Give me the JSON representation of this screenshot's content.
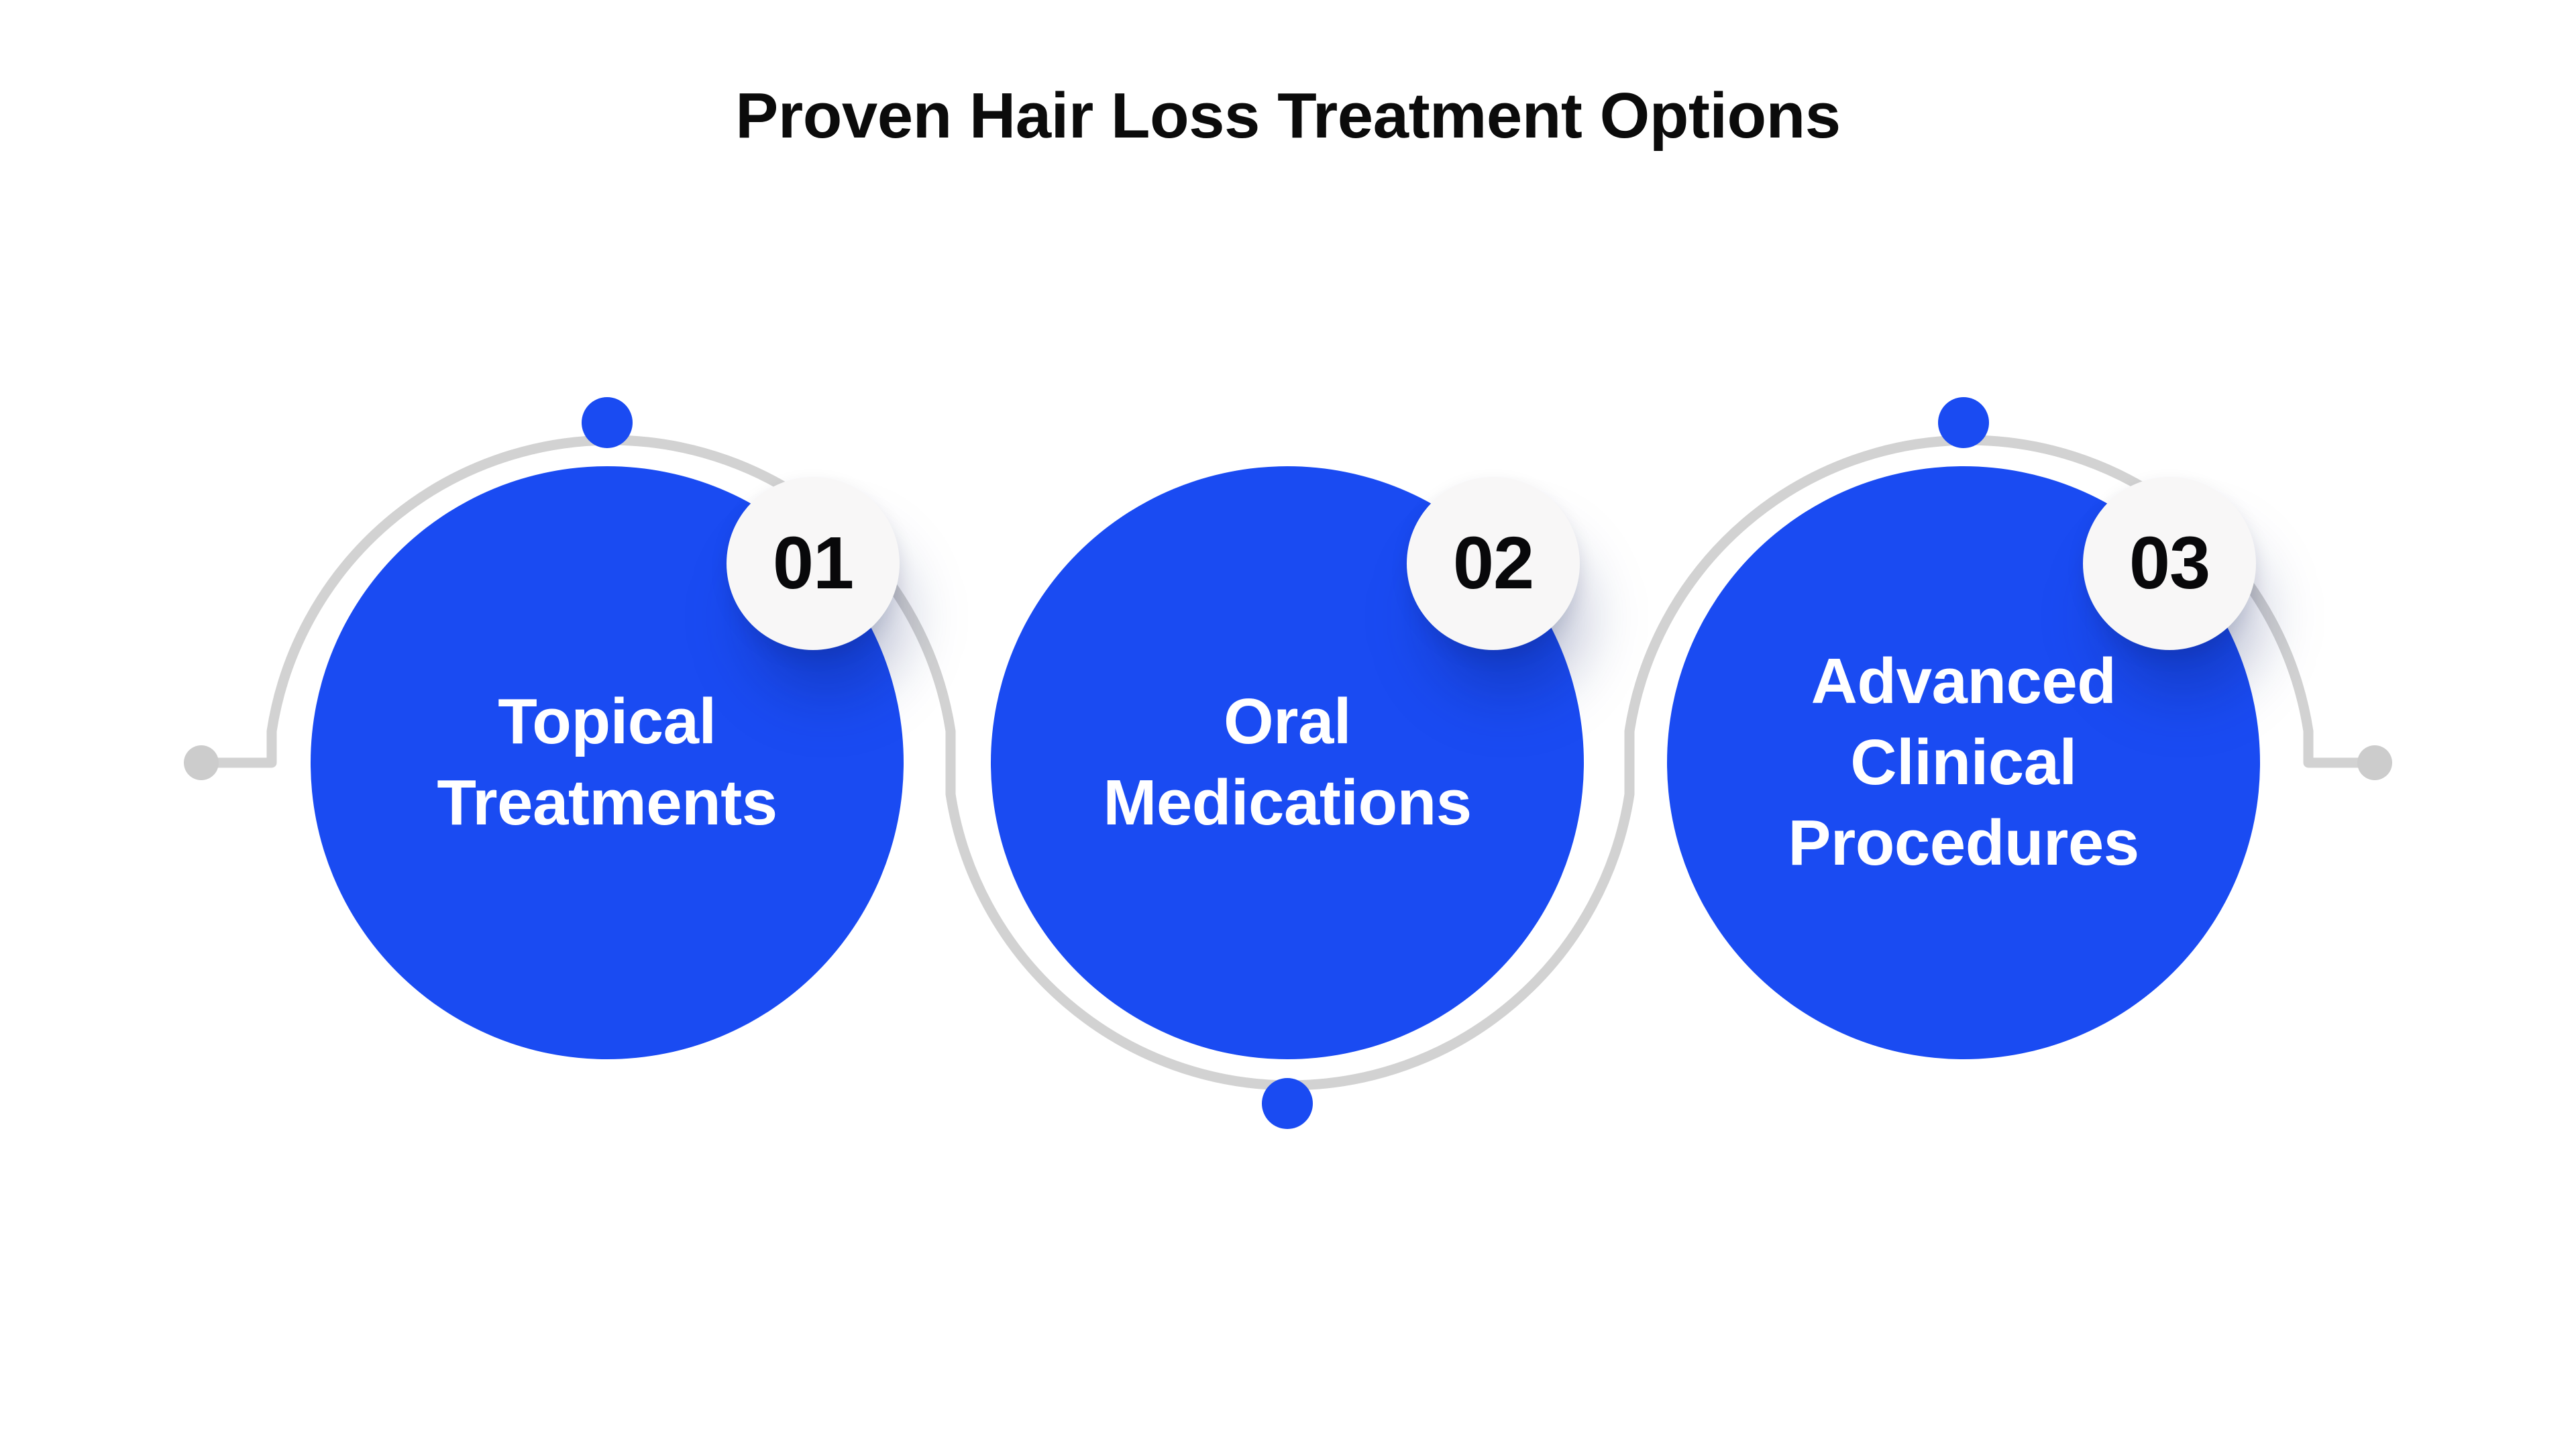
{
  "page": {
    "background_color": "#ffffff",
    "title": "Proven Hair Loss Treatment Options"
  },
  "theme": {
    "accent_blue": "#1a4bf2",
    "badge_background": "#f8f7f7",
    "badge_text_color": "#08080a",
    "connector_gray": "#d2d2d2",
    "endpoint_gray": "#cccccc",
    "label_text_color": "#ffffff",
    "title_text_color": "#0b0b0b"
  },
  "steps": [
    {
      "number": "01",
      "label": "Topical\nTreatments",
      "label_line_1": "Topical",
      "label_line_2": "Treatments",
      "arc_side": "top",
      "marker_dot_color": "#1a4bf2"
    },
    {
      "number": "02",
      "label": "Oral\nMedications",
      "label_line_1": "Oral",
      "label_line_2": "Medications",
      "arc_side": "bottom",
      "marker_dot_color": "#1a4bf2"
    },
    {
      "number": "03",
      "label": "Advanced Clinical\nProcedures",
      "label_line_1": "Advanced Clinical",
      "label_line_2": "Procedures",
      "arc_side": "top",
      "marker_dot_color": "#1a4bf2"
    }
  ],
  "endpoints": {
    "left_dot_color": "#cccccc",
    "right_dot_color": "#cccccc"
  }
}
